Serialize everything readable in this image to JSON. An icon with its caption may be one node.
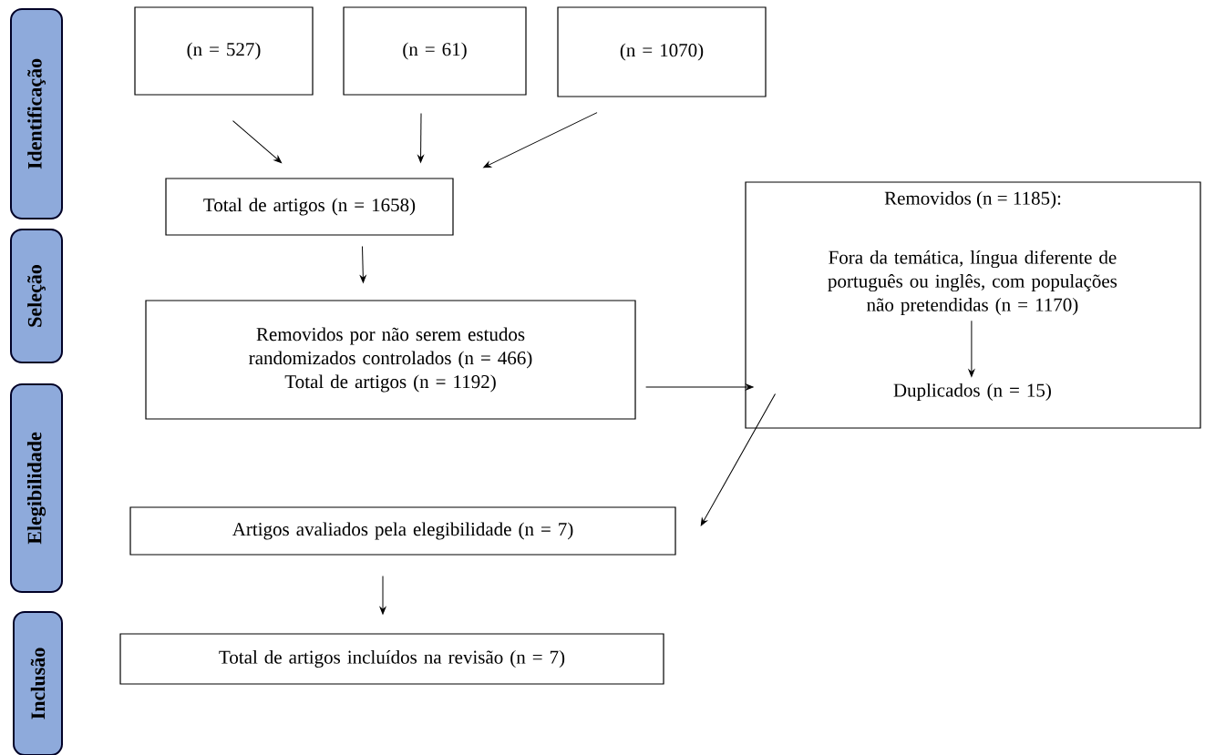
{
  "diagram": {
    "nodes": [
      {
        "text": [
          "Identificação"
        ]
      },
      {
        "text": [
          "Seleção"
        ]
      },
      {
        "text": [
          "Elegibilidade"
        ]
      },
      {
        "text": [
          "Inclusão"
        ]
      },
      {
        "text": [
          "(n = 527)"
        ]
      },
      {
        "text": [
          "(n = 61)"
        ]
      },
      {
        "text": [
          "(n = 1070)"
        ]
      },
      {
        "text": [
          "Total de artigos (n = 1658)"
        ]
      },
      {
        "text": [
          "Removidos por não serem estudos randomizados controlados (n = 466)",
          "Total de artigos (n = 1192)"
        ]
      },
      {
        "text": [
          "Removidos (n = 1185):"
        ]
      },
      {
        "text": [
          "Fora da temática, língua diferente de português ou inglês, com populações não pretendidas (n = 1170)"
        ],
        "in": 9
      },
      {
        "text": [
          "Duplicados (n = 15)"
        ],
        "in": 9
      },
      {
        "text": [
          "Artigos avaliados pela elegibilidade (n = 7)"
        ]
      },
      {
        "text": [
          "Total de artigos incluídos na revisão (n = 7)"
        ]
      }
    ],
    "edges": [
      {
        "from": 4,
        "to": 7,
        "arrow": "to"
      },
      {
        "from": 5,
        "to": 7,
        "arrow": "to"
      },
      {
        "from": 6,
        "to": 7,
        "arrow": "to"
      },
      {
        "from": 7,
        "to": 8,
        "arrow": "to"
      },
      {
        "from": 8,
        "to": 9,
        "arrow": "to"
      },
      {
        "from": 9,
        "to": 12,
        "arrow": "to"
      },
      {
        "from": 12,
        "to": 13,
        "arrow": "to"
      },
      {
        "from": 10,
        "to": 11,
        "arrow": "to"
      }
    ]
  }
}
